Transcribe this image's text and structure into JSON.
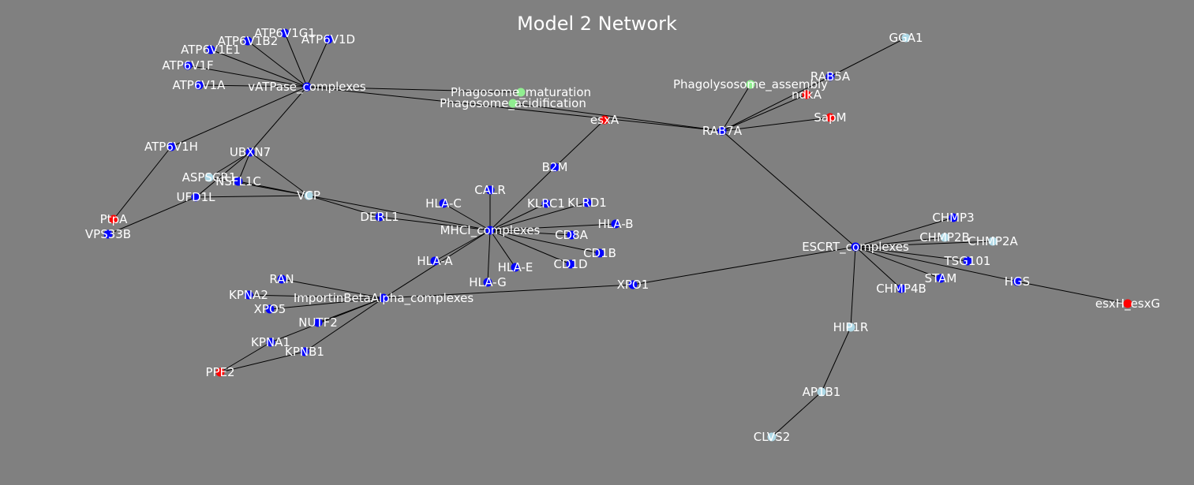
{
  "diagram": {
    "title": "Model 2 Network",
    "colors": {
      "background": "#808080",
      "edge": "#000000",
      "label": "#ffffff",
      "blue": "#0000ff",
      "lightblue": "#add8e6",
      "red": "#ff0000",
      "green": "#90ee90"
    },
    "nodes": [
      {
        "id": "ATP6V1G1",
        "color": "blue"
      },
      {
        "id": "ATP6V1B2",
        "color": "blue"
      },
      {
        "id": "ATP6V1D",
        "color": "blue"
      },
      {
        "id": "ATP6V1E1",
        "color": "blue"
      },
      {
        "id": "ATP6V1F",
        "color": "blue"
      },
      {
        "id": "ATP6V1A",
        "color": "blue"
      },
      {
        "id": "vATPase_complexes",
        "color": "blue"
      },
      {
        "id": "Phagosome_maturation",
        "color": "green"
      },
      {
        "id": "Phagosome_acidification",
        "color": "green"
      },
      {
        "id": "ATP6V1H",
        "color": "blue"
      },
      {
        "id": "UBXN7",
        "color": "blue"
      },
      {
        "id": "ASPSCR1",
        "color": "lightblue"
      },
      {
        "id": "NSFL1C",
        "color": "blue"
      },
      {
        "id": "UFD1L",
        "color": "blue"
      },
      {
        "id": "VCP",
        "color": "lightblue"
      },
      {
        "id": "PtpA",
        "color": "red"
      },
      {
        "id": "VPS33B",
        "color": "blue"
      },
      {
        "id": "DERL1",
        "color": "blue"
      },
      {
        "id": "CALR",
        "color": "blue"
      },
      {
        "id": "HLA-C",
        "color": "blue"
      },
      {
        "id": "B2M",
        "color": "blue"
      },
      {
        "id": "esxA",
        "color": "red"
      },
      {
        "id": "KLRC1",
        "color": "blue"
      },
      {
        "id": "KLRD1",
        "color": "blue"
      },
      {
        "id": "HLA-B",
        "color": "blue"
      },
      {
        "id": "MHCI_complexes",
        "color": "blue"
      },
      {
        "id": "CD8A",
        "color": "blue"
      },
      {
        "id": "CD1B",
        "color": "blue"
      },
      {
        "id": "CD1D",
        "color": "blue"
      },
      {
        "id": "HLA-E",
        "color": "blue"
      },
      {
        "id": "HLA-A",
        "color": "blue"
      },
      {
        "id": "HLA-G",
        "color": "blue"
      },
      {
        "id": "GGA1",
        "color": "lightblue"
      },
      {
        "id": "RAB5A",
        "color": "blue"
      },
      {
        "id": "Phagolysosome_assembly",
        "color": "green"
      },
      {
        "id": "ndkA",
        "color": "red"
      },
      {
        "id": "SapM",
        "color": "red"
      },
      {
        "id": "RAB7A",
        "color": "blue"
      },
      {
        "id": "CHMP3",
        "color": "blue"
      },
      {
        "id": "CHMP2B",
        "color": "lightblue"
      },
      {
        "id": "CHMP2A",
        "color": "lightblue"
      },
      {
        "id": "ESCRT_complexes",
        "color": "blue"
      },
      {
        "id": "TSG101",
        "color": "blue"
      },
      {
        "id": "STAM",
        "color": "blue"
      },
      {
        "id": "CHMP4B",
        "color": "blue"
      },
      {
        "id": "HGS",
        "color": "blue"
      },
      {
        "id": "esxH_esxG",
        "color": "red"
      },
      {
        "id": "HIP1R",
        "color": "lightblue"
      },
      {
        "id": "AP1B1",
        "color": "lightblue"
      },
      {
        "id": "CLVS2",
        "color": "lightblue"
      },
      {
        "id": "XPO1",
        "color": "blue"
      },
      {
        "id": "RAN",
        "color": "blue"
      },
      {
        "id": "KPNA2",
        "color": "blue"
      },
      {
        "id": "ImportinBetaAlpha_complexes",
        "color": "blue"
      },
      {
        "id": "XPO5",
        "color": "blue"
      },
      {
        "id": "NUTF2",
        "color": "blue"
      },
      {
        "id": "KPNA1",
        "color": "blue"
      },
      {
        "id": "KPNB1",
        "color": "blue"
      },
      {
        "id": "PPE2",
        "color": "red"
      }
    ],
    "edges": [
      [
        "vATPase_complexes",
        "ATP6V1G1"
      ],
      [
        "vATPase_complexes",
        "ATP6V1B2"
      ],
      [
        "vATPase_complexes",
        "ATP6V1D"
      ],
      [
        "vATPase_complexes",
        "ATP6V1E1"
      ],
      [
        "vATPase_complexes",
        "ATP6V1F"
      ],
      [
        "vATPase_complexes",
        "ATP6V1A"
      ],
      [
        "vATPase_complexes",
        "ATP6V1H"
      ],
      [
        "vATPase_complexes",
        "UBXN7"
      ],
      [
        "vATPase_complexes",
        "Phagosome_maturation"
      ],
      [
        "vATPase_complexes",
        "RAB7A"
      ],
      [
        "Phagosome_acidification",
        "RAB7A"
      ],
      [
        "ATP6V1H",
        "PtpA"
      ],
      [
        "UBXN7",
        "ASPSCR1"
      ],
      [
        "UBXN7",
        "NSFL1C"
      ],
      [
        "UBXN7",
        "UFD1L"
      ],
      [
        "UBXN7",
        "VCP"
      ],
      [
        "ASPSCR1",
        "VCP"
      ],
      [
        "NSFL1C",
        "VCP"
      ],
      [
        "UFD1L",
        "VCP"
      ],
      [
        "UFD1L",
        "VPS33B"
      ],
      [
        "VCP",
        "DERL1"
      ],
      [
        "VCP",
        "MHCI_complexes"
      ],
      [
        "DERL1",
        "MHCI_complexes"
      ],
      [
        "MHCI_complexes",
        "CALR"
      ],
      [
        "MHCI_complexes",
        "HLA-C"
      ],
      [
        "MHCI_complexes",
        "B2M"
      ],
      [
        "MHCI_complexes",
        "KLRC1"
      ],
      [
        "MHCI_complexes",
        "KLRD1"
      ],
      [
        "MHCI_complexes",
        "HLA-B"
      ],
      [
        "MHCI_complexes",
        "CD8A"
      ],
      [
        "MHCI_complexes",
        "CD1B"
      ],
      [
        "MHCI_complexes",
        "CD1D"
      ],
      [
        "MHCI_complexes",
        "HLA-E"
      ],
      [
        "MHCI_complexes",
        "HLA-A"
      ],
      [
        "MHCI_complexes",
        "HLA-G"
      ],
      [
        "MHCI_complexes",
        "ImportinBetaAlpha_complexes"
      ],
      [
        "B2M",
        "esxA"
      ],
      [
        "RAB7A",
        "Phagolysosome_assembly"
      ],
      [
        "RAB7A",
        "RAB5A"
      ],
      [
        "RAB7A",
        "ndkA"
      ],
      [
        "RAB7A",
        "SapM"
      ],
      [
        "RAB7A",
        "ESCRT_complexes"
      ],
      [
        "RAB5A",
        "GGA1"
      ],
      [
        "ESCRT_complexes",
        "CHMP3"
      ],
      [
        "ESCRT_complexes",
        "CHMP2B"
      ],
      [
        "ESCRT_complexes",
        "CHMP2A"
      ],
      [
        "ESCRT_complexes",
        "TSG101"
      ],
      [
        "ESCRT_complexes",
        "STAM"
      ],
      [
        "ESCRT_complexes",
        "CHMP4B"
      ],
      [
        "ESCRT_complexes",
        "HGS"
      ],
      [
        "ESCRT_complexes",
        "HIP1R"
      ],
      [
        "ESCRT_complexes",
        "XPO1"
      ],
      [
        "HGS",
        "esxH_esxG"
      ],
      [
        "HIP1R",
        "AP1B1"
      ],
      [
        "AP1B1",
        "CLVS2"
      ],
      [
        "XPO1",
        "ImportinBetaAlpha_complexes"
      ],
      [
        "ImportinBetaAlpha_complexes",
        "RAN"
      ],
      [
        "ImportinBetaAlpha_complexes",
        "KPNA2"
      ],
      [
        "ImportinBetaAlpha_complexes",
        "XPO5"
      ],
      [
        "ImportinBetaAlpha_complexes",
        "NUTF2"
      ],
      [
        "ImportinBetaAlpha_complexes",
        "KPNA1"
      ],
      [
        "ImportinBetaAlpha_complexes",
        "KPNB1"
      ],
      [
        "KPNA1",
        "PPE2"
      ],
      [
        "KPNB1",
        "PPE2"
      ]
    ]
  }
}
